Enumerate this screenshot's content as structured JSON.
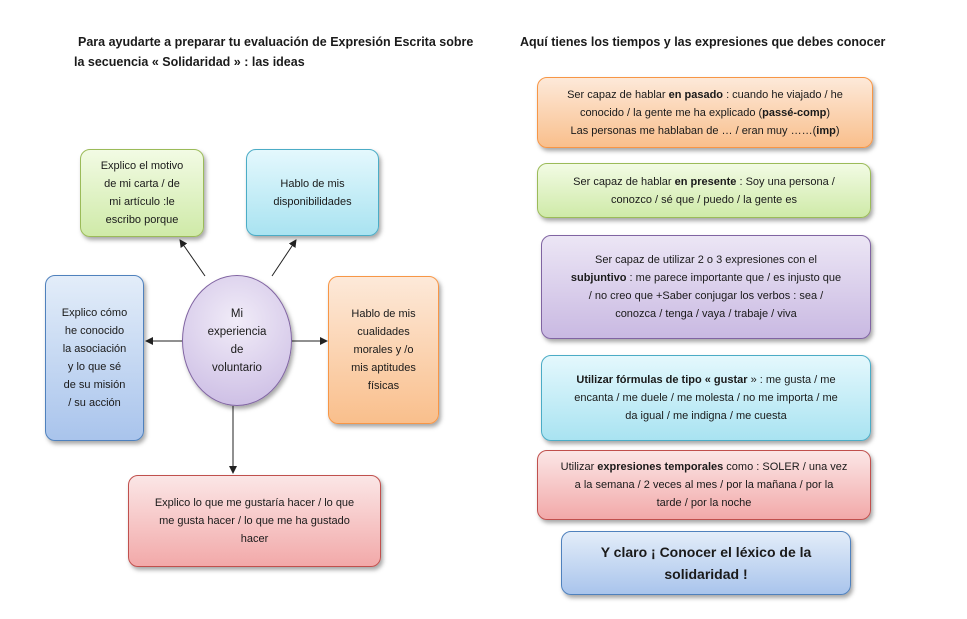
{
  "left_title": {
    "line1": "Para ayudarte a preparar tu evaluación de Expresión Escrita sobre",
    "line2": "la secuencia «  Solidaridad » :  las ideas"
  },
  "right_title": "Aquí tienes los tiempos y  las expresiones que debes conocer",
  "mindmap": {
    "center": {
      "l1": "Mi",
      "l2": "experiencia",
      "l3": "de",
      "l4": "voluntario"
    },
    "top_left": {
      "l1": "Explico el motivo",
      "l2": "de mi carta / de",
      "l3": "mi artículo :le",
      "l4": "escribo porque"
    },
    "top_right": {
      "l1": "Hablo de mis",
      "l2": "disponibilidades"
    },
    "left": {
      "l1": "Explico cómo",
      "l2": "he conocido",
      "l3": "la asociación",
      "l4": "y lo que sé",
      "l5": "de su misión",
      "l6": "/ su acción"
    },
    "right": {
      "l1": "Hablo de mis",
      "l2": "cualidades",
      "l3": "morales y /o",
      "l4": "mis aptitudes",
      "l5": "físicas"
    },
    "bottom": {
      "l1": "Explico lo que me gustaría hacer / lo que",
      "l2": "me gusta hacer / lo que me ha gustado",
      "l3": "hacer"
    }
  },
  "expressions": {
    "pasado": {
      "l1a": "Ser capaz de hablar ",
      "l1b": "en pasado",
      "l1c": " : cuando he viajado / he",
      "l2a": "conocido / la gente me ha explicado (",
      "l2b": "passé-comp",
      "l2c": ")",
      "l3a": "Las personas me hablaban de … / eran muy ……(",
      "l3b": "imp",
      "l3c": ")"
    },
    "presente": {
      "l1a": "Ser capaz de hablar ",
      "l1b": "en presente",
      "l1c": " : Soy una persona /",
      "l2": "conozco  / sé que / puedo / la gente es"
    },
    "subjuntivo": {
      "l1": "Ser capaz de utilizar 2 o 3 expresiones con el",
      "l2a": "subjuntivo",
      "l2b": " : me parece importante que / es injusto que",
      "l3": "/ no creo que  +Saber conjugar los verbos  : sea /",
      "l4": "conozca / tenga / vaya / trabaje / viva"
    },
    "gustar": {
      "l1a": "Utilizar fórmulas de tipo « gustar",
      "l1b": " » : me gusta / me",
      "l2": "encanta / me duele / me molesta / no me importa / me",
      "l3": "da igual / me indigna  / me cuesta"
    },
    "temporales": {
      "l1a": "Utilizar ",
      "l1b": "expresiones temporales",
      "l1c": "  como : SOLER / una vez",
      "l2": "a la semana / 2 veces al mes / por la mañana / por la",
      "l3": "tarde  / por la noche"
    },
    "lexico": {
      "l1": "Y claro ¡ Conocer el léxico de la",
      "l2": "solidaridad !"
    }
  }
}
